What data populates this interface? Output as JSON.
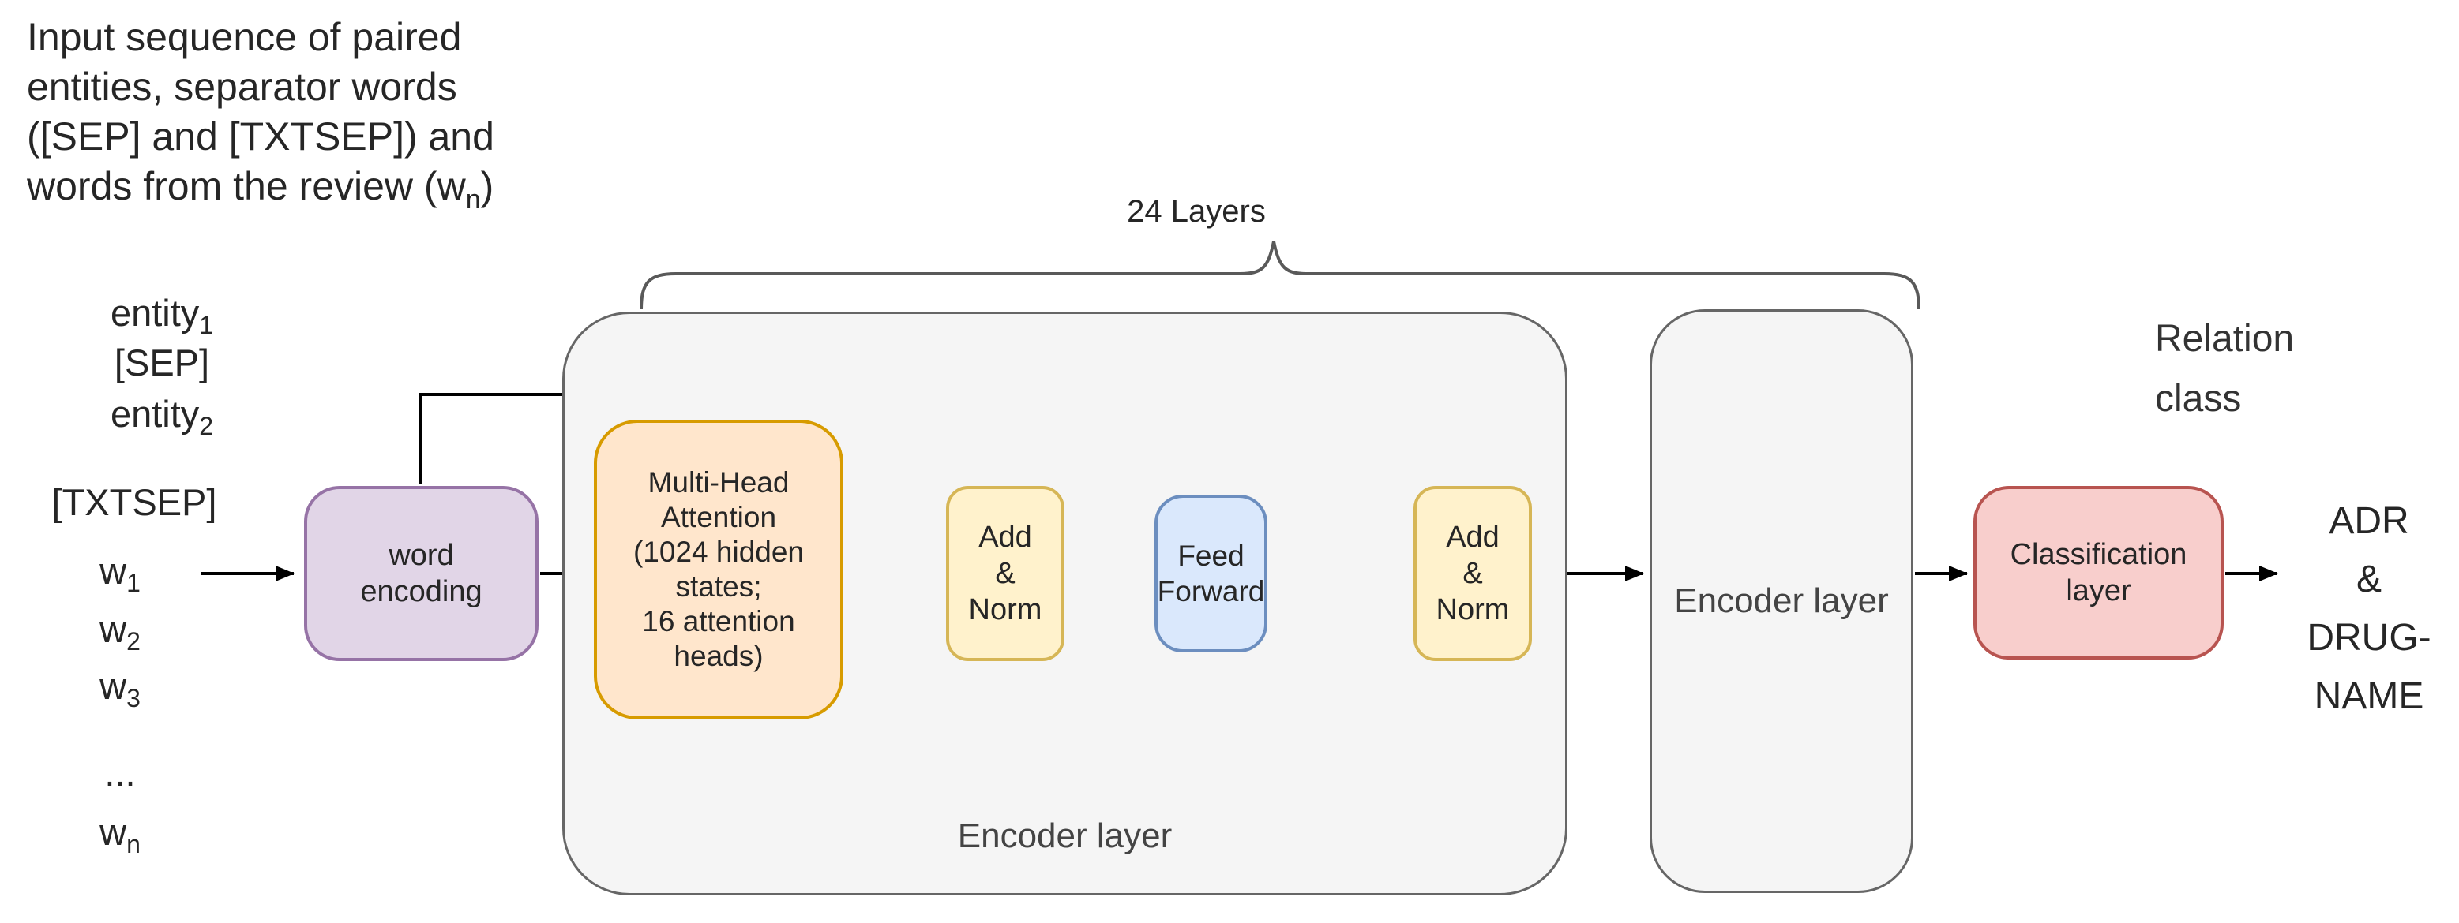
{
  "intro": {
    "line1": "Input sequence of paired",
    "line2": "entities, separator words",
    "line3": "([SEP] and [TXTSEP]) and",
    "line4_prefix": "words from the review (w",
    "line4_sub": "n",
    "line4_suffix": ")"
  },
  "tokens": [
    {
      "text": "entity",
      "sub": "1"
    },
    {
      "text": "[SEP]",
      "sub": ""
    },
    {
      "text": "entity",
      "sub": "2"
    },
    {
      "text": "[TXTSEP]",
      "sub": ""
    },
    {
      "text": "w",
      "sub": "1"
    },
    {
      "text": "w",
      "sub": "2"
    },
    {
      "text": "w",
      "sub": "3"
    },
    {
      "text": "...",
      "sub": ""
    },
    {
      "text": "w",
      "sub": "n"
    }
  ],
  "brace": {
    "label": "24 Layers"
  },
  "boxes": {
    "word_encoding": {
      "line1": "word",
      "line2": "encoding",
      "fill": "#e1d5e7",
      "stroke": "#9673a6"
    },
    "multi_head_attention": {
      "line1": "Multi-Head",
      "line2": "Attention",
      "line3": "(1024 hidden",
      "line4": "states;",
      "line5": "16 attention",
      "line6": "heads)",
      "fill": "#ffe6cc",
      "stroke": "#d79b00"
    },
    "add_norm_1": {
      "line1": "Add",
      "line2": "&",
      "line3": "Norm",
      "fill": "#fff2cc",
      "stroke": "#d6b656"
    },
    "feed_forward": {
      "line1": "Feed",
      "line2": "Forward",
      "fill": "#dae8fc",
      "stroke": "#6c8ebf"
    },
    "add_norm_2": {
      "line1": "Add",
      "line2": "&",
      "line3": "Norm",
      "fill": "#fff2cc",
      "stroke": "#d6b656"
    },
    "encoder_layer_1": {
      "label": "Encoder layer",
      "fill": "#f5f5f5",
      "stroke": "#666666"
    },
    "encoder_layer_2": {
      "label": "Encoder layer",
      "fill": "#f5f5f5",
      "stroke": "#666666"
    },
    "classification": {
      "line1": "Classification",
      "line2": "layer",
      "fill": "#f8cecc",
      "stroke": "#b85450"
    }
  },
  "outputs": {
    "relation_line1": "Relation",
    "relation_line2": "class",
    "class_line1": "ADR",
    "class_line2": "&",
    "class_line3": "DRUG-",
    "class_line4": "NAME"
  },
  "colors": {
    "connector": "#000000",
    "container_fill": "#f5f5f5",
    "container_stroke": "#666666",
    "background": "#ffffff"
  }
}
